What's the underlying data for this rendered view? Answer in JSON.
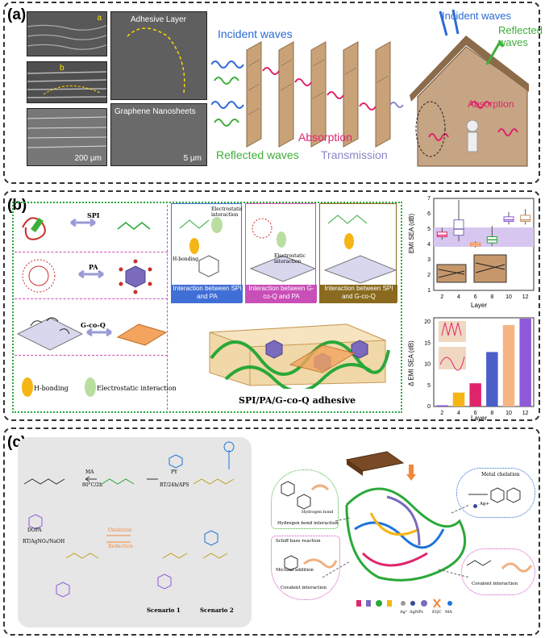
{
  "panels": {
    "a": {
      "label": "(a)"
    },
    "b": {
      "label": "(b)"
    },
    "c": {
      "label": "(c)"
    }
  },
  "panel_a": {
    "sem_labels": {
      "top": "a",
      "mid": "b",
      "scale1": "200 μm",
      "adhesive": "Adhesive Layer",
      "graphene": "Graphene Nanosheets",
      "scale2": "5 μm"
    },
    "waves": {
      "incident": "Incident waves",
      "reflected": "Reflected waves",
      "absorption": "Absorption",
      "transmission": "Transmission"
    },
    "house": {
      "incident": "Incident waves",
      "reflected": "Reflected\nwaves",
      "absorption": "Absorption"
    }
  },
  "panel_b": {
    "left": {
      "spi": "SPI",
      "pa": "PA",
      "gcoq": "G-co-Q",
      "hbond": "H-bonding",
      "electro": "Electrostatic interaction"
    },
    "interactions": {
      "one": "Interaction between SPI and PA",
      "two": "Interaction between G-co-Q and PA",
      "three": "Interaction between SPI and G-co-Q",
      "hbond_label": "H-bonding",
      "electro_label": "Electrostatic interaction",
      "electro_label2": "Electrostatic interaction"
    },
    "adhesive_title": "SPI/PA/G-co-Q adhesive",
    "box_chart": {
      "ylabel": "EMI SEA (dB)",
      "xlabel": "Layer",
      "x": [
        "2",
        "4",
        "6",
        "8",
        "10",
        "12"
      ],
      "yticks": [
        "1",
        "2",
        "3",
        "4",
        "5",
        "6",
        "7"
      ]
    },
    "bar_chart": {
      "ylabel": "Δ EMI SEA (dB)",
      "xlabel": "Layer",
      "x": [
        "2",
        "4",
        "6",
        "8",
        "10",
        "12"
      ],
      "yticks": [
        "0",
        "5",
        "10",
        "15",
        "20"
      ]
    }
  },
  "panel_c": {
    "scheme": {
      "ma": "MA",
      "ma_cond": "80°C/2h",
      "py": "PY",
      "py_cond": "RT/24h/APS",
      "dopa": "DOPA",
      "dopa_cond": "RT/AgNO₃/NaOH",
      "oxidation": "Oxidation",
      "reduction": "Reduction",
      "scenario1": "Scenario 1",
      "scenario2": "Scenario 2"
    },
    "mech": {
      "hbond": "Hydrogen bond interaction",
      "hbond_key": "Hydrogen bond",
      "metal": "Metal chelation",
      "ag": "Ag+",
      "schiff": "Schiff base reaction",
      "michael": "Michael addition",
      "covalent_left": "Covalent interaction",
      "covalent_right": "Covalent interaction"
    },
    "legend": [
      "Ag⁺",
      "AgNPs",
      "EQC",
      "MA"
    ]
  },
  "colors": {
    "incident": "#2b6ad6",
    "reflected": "#3fae3a",
    "absorption": "#e0246b",
    "transmission": "#8a86c8",
    "purple": "#8f5ad9",
    "orange": "#f5b583",
    "green_dash": "#2aa838"
  },
  "box_chart_data": {
    "type": "box",
    "categories": [
      "2",
      "4",
      "6",
      "8",
      "10",
      "12"
    ],
    "median": [
      4.6,
      5.0,
      4.0,
      4.3,
      5.6,
      5.6
    ],
    "q1": [
      4.5,
      4.6,
      3.9,
      4.1,
      5.5,
      5.5
    ],
    "q3": [
      4.8,
      5.6,
      4.1,
      4.5,
      5.8,
      5.9
    ],
    "min": [
      4.3,
      4.2,
      3.8,
      3.9,
      5.3,
      5.3
    ],
    "max": [
      5.1,
      6.9,
      4.2,
      5.2,
      6.1,
      6.3
    ],
    "ylim": [
      1,
      7
    ]
  },
  "chart_data": {
    "type": "bar",
    "categories": [
      "2",
      "4",
      "6",
      "8",
      "10",
      "12"
    ],
    "values": [
      0.3,
      3.3,
      5.5,
      12.9,
      19.3,
      20.8
    ],
    "ylim": [
      0,
      21
    ],
    "xlabel": "Layer",
    "ylabel": "Δ EMI SEA (dB)"
  }
}
